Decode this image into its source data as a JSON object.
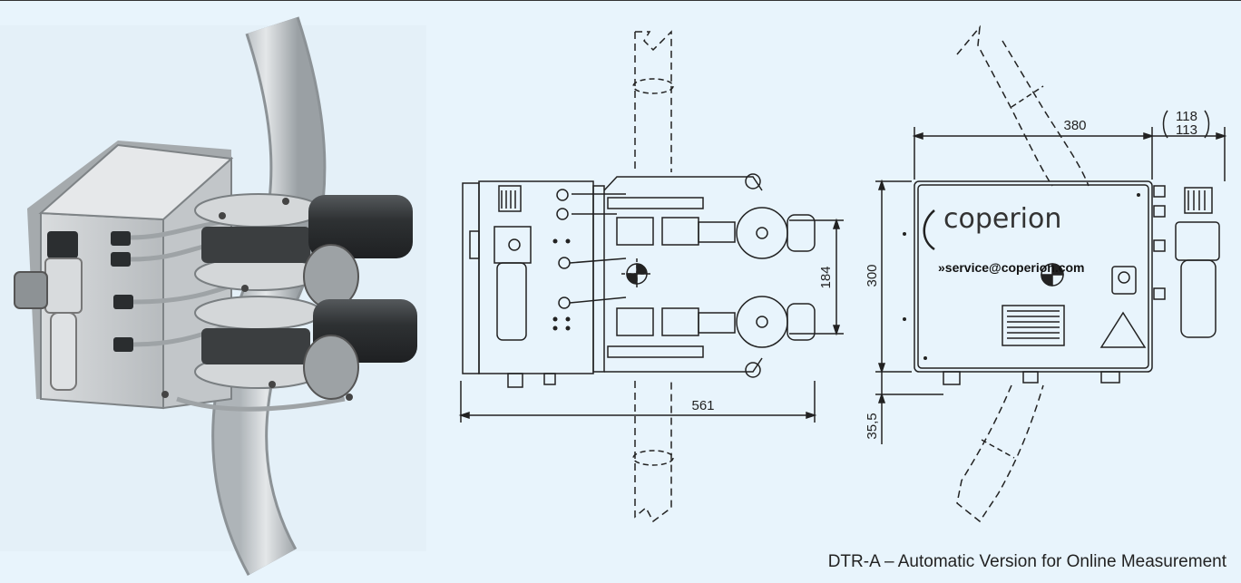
{
  "caption": "DTR-A – Automatic Version for Online Measurement",
  "views": {
    "front": {
      "dimensions": {
        "width_overall": "561",
        "height_between_axes": "184"
      }
    },
    "side": {
      "dimensions": {
        "box_width": "380",
        "box_height": "300",
        "bottom_offset": "35,5",
        "depth_upper": "118",
        "depth_lower": "113"
      },
      "brand": "coperion",
      "service_email": "»service@coperion.com"
    }
  },
  "colors": {
    "background": "#e8f4fc",
    "line": "#222222",
    "render_metal": "#c9cdd0",
    "render_dark": "#3a3d40"
  }
}
